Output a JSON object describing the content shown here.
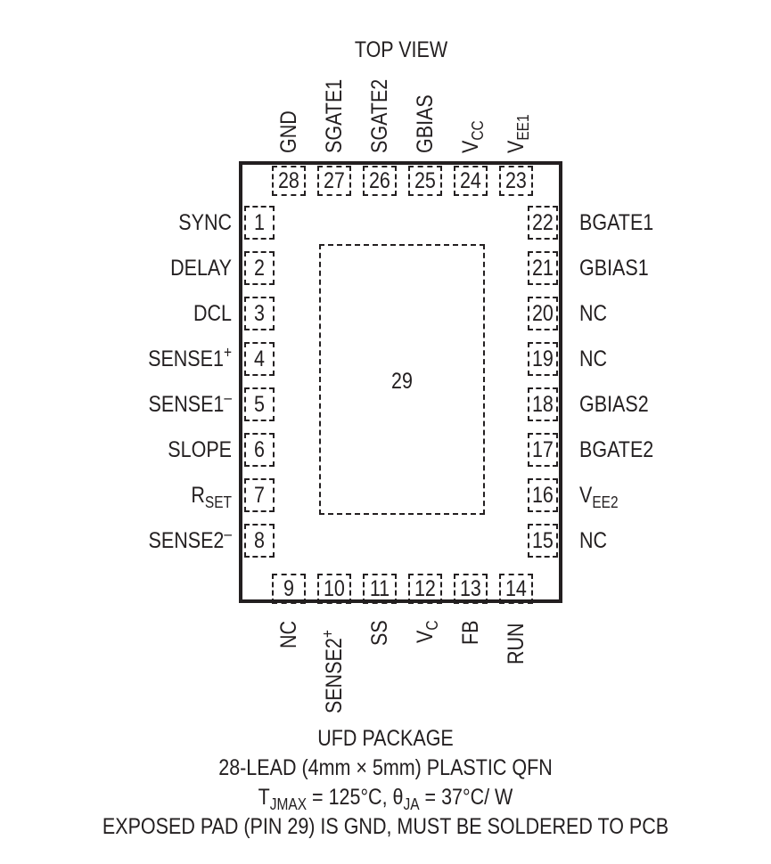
{
  "title": "TOP VIEW",
  "exposed_pad_label": "29",
  "left_pins": [
    {
      "num": "1",
      "name": "SYNC"
    },
    {
      "num": "2",
      "name": "DELAY"
    },
    {
      "num": "3",
      "name": "DCL"
    },
    {
      "num": "4",
      "name": "SENSE1",
      "sup": "+"
    },
    {
      "num": "5",
      "name": "SENSE1",
      "sup": "–"
    },
    {
      "num": "6",
      "name": "SLOPE"
    },
    {
      "num": "7",
      "name": "R",
      "sub": "SET"
    },
    {
      "num": "8",
      "name": "SENSE2",
      "sup": "–"
    }
  ],
  "right_pins": [
    {
      "num": "22",
      "name": "BGATE1"
    },
    {
      "num": "21",
      "name": "GBIAS1"
    },
    {
      "num": "20",
      "name": "NC"
    },
    {
      "num": "19",
      "name": "NC"
    },
    {
      "num": "18",
      "name": "GBIAS2"
    },
    {
      "num": "17",
      "name": "BGATE2"
    },
    {
      "num": "16",
      "name": "V",
      "sub": "EE2"
    },
    {
      "num": "15",
      "name": "NC"
    }
  ],
  "top_pins": [
    {
      "num": "28",
      "name": "GND"
    },
    {
      "num": "27",
      "name": "SGATE1"
    },
    {
      "num": "26",
      "name": "SGATE2"
    },
    {
      "num": "25",
      "name": "GBIAS"
    },
    {
      "num": "24",
      "name": "V",
      "sub": "CC"
    },
    {
      "num": "23",
      "name": "V",
      "sub": "EE1"
    }
  ],
  "bottom_pins": [
    {
      "num": "9",
      "name": "NC"
    },
    {
      "num": "10",
      "name": "SENSE2",
      "sup": "+"
    },
    {
      "num": "11",
      "name": "SS"
    },
    {
      "num": "12",
      "name": "V",
      "sub": "C"
    },
    {
      "num": "13",
      "name": "FB"
    },
    {
      "num": "14",
      "name": "RUN"
    }
  ],
  "footer": {
    "line1": "UFD PACKAGE",
    "line2": "28-LEAD (4mm × 5mm) PLASTIC QFN",
    "line3_a": "T",
    "line3_sub1": "JMAX",
    "line3_b": " = 125°C, θ",
    "line3_sub2": "JA",
    "line3_c": " = 37°C/ W",
    "line4": "EXPOSED PAD (PIN 29) IS GND, MUST BE SOLDERED TO PCB"
  }
}
